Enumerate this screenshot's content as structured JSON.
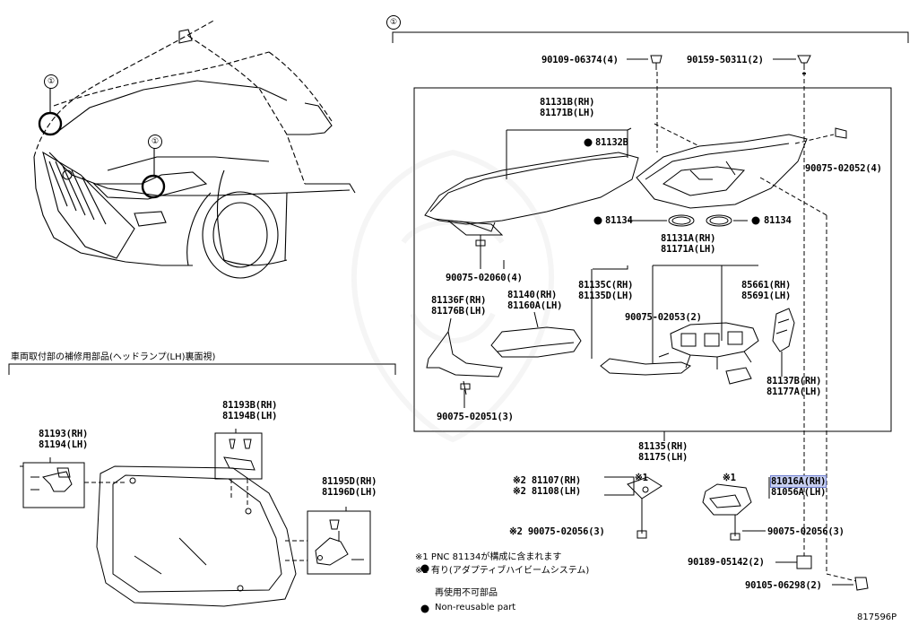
{
  "callout": "①",
  "diagram_code": "817596P",
  "section_title": "車両取付部の補修用部品(ヘッドランプ(LH)裏面視)",
  "notes": {
    "note1": "※1 PNC 81134が構成に含まれます",
    "note2": "※2 有り(アダプティブハイビームシステム)",
    "legend_jp": "再使用不可部品",
    "legend_en": "Non-reusable part"
  },
  "parts": {
    "p_90109_06374": "90109-06374(4)",
    "p_90159_50311": "90159-50311(2)",
    "p_81131B": "81131B(RH)",
    "p_81171B": "81171B(LH)",
    "p_81132B": "81132B",
    "p_90075_02052": "90075-02052(4)",
    "p_81134_a": "81134",
    "p_81134_b": "81134",
    "p_81131A": "81131A(RH)",
    "p_81171A": "81171A(LH)",
    "p_90075_02060": "90075-02060(4)",
    "p_81136F": "81136F(RH)",
    "p_81176B": "81176B(LH)",
    "p_81140": "81140(RH)",
    "p_81160A": "81160A(LH)",
    "p_81135C": "81135C(RH)",
    "p_81135D": "81135D(LH)",
    "p_90075_02053": "90075-02053(2)",
    "p_85661": "85661(RH)",
    "p_85691": "85691(LH)",
    "p_81137B": "81137B(RH)",
    "p_81177A": "81177A(LH)",
    "p_90075_02051": "90075-02051(3)",
    "p_81135": "81135(RH)",
    "p_81175": "81175(LH)",
    "p_81107_mark": "※2",
    "p_81107": "81107(RH)",
    "p_81108_mark": "※2",
    "p_81108": "81108(LH)",
    "p_81107_ref": "※1",
    "p_81016A_ref": "※1",
    "p_81016A": "81016A(RH)",
    "p_81056A": "81056A(LH)",
    "p_90075_02056_a_mark": "※2",
    "p_90075_02056_a": "90075-02056(3)",
    "p_90075_02056_b": "90075-02056(3)",
    "p_90189_05142": "90189-05142(2)",
    "p_90105_06298": "90105-06298(2)",
    "p_81193B": "81193B(RH)",
    "p_81194B": "81194B(LH)",
    "p_81193": "81193(RH)",
    "p_81194": "81194(LH)",
    "p_81195D": "81195D(RH)",
    "p_81196D": "81196D(LH)"
  },
  "colors": {
    "highlight": "#c7cff0",
    "line": "#000000"
  }
}
